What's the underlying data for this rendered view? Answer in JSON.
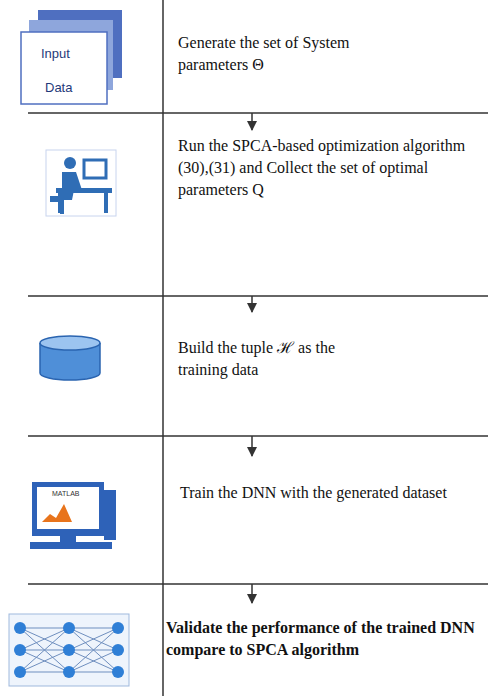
{
  "diagram": {
    "nodes": [
      {
        "text": [
          "Generate the set of System parameters Θ"
        ]
      },
      {
        "text": [
          "Run the SPCA-based optimization algorithm (30),(31) and Collect the set of optimal parameters Q"
        ]
      },
      {
        "text": [
          "Build the tuple ℋ as the training data"
        ]
      },
      {
        "text": [
          "Train the DNN with the generated dataset"
        ]
      },
      {
        "text": [
          "Validate the performance of the trained DNN compare to SPCA algorithm"
        ]
      }
    ],
    "edges": [
      {
        "from": 0,
        "to": 1,
        "arrow": "to"
      },
      {
        "from": 1,
        "to": 2,
        "arrow": "to"
      },
      {
        "from": 2,
        "to": 3,
        "arrow": "to"
      },
      {
        "from": 3,
        "to": 4,
        "arrow": "to"
      }
    ],
    "labels": [
      "Input",
      "Data",
      "MATLAB"
    ]
  }
}
